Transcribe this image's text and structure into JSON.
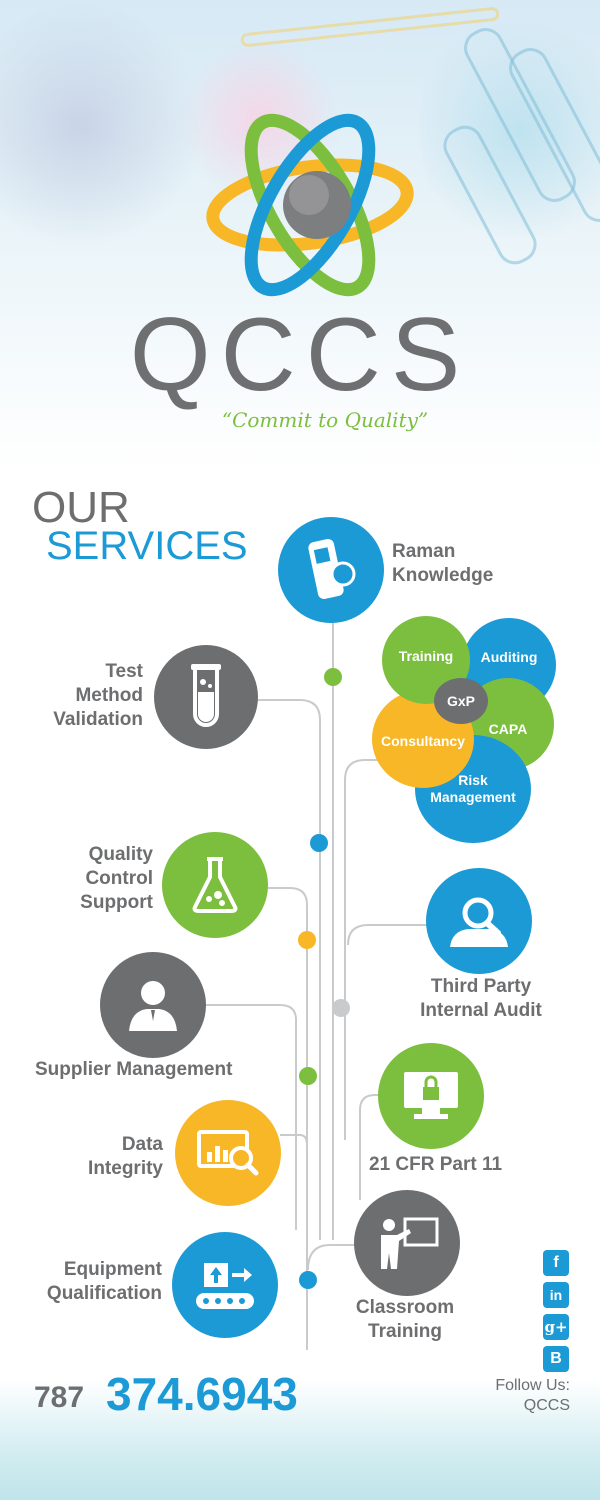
{
  "brand": {
    "name": "QCCS",
    "tagline": "“Commit to Quality”"
  },
  "heading": {
    "line1": "OUR",
    "line2": "SERVICES"
  },
  "services": {
    "raman": "Raman\nKnowledge",
    "test_method": "Test\nMethod\nValidation",
    "quality_control": "Quality\nControl\nSupport",
    "supplier": "Supplier Management",
    "data_integrity": "Data\nIntegrity",
    "equipment": "Equipment\nQualification",
    "third_party": "Third Party\nInternal Audit",
    "cfr": "21 CFR Part 11",
    "classroom": "Classroom\nTraining"
  },
  "gxp_cluster": {
    "center": "GxP",
    "training": "Training",
    "auditing": "Auditing",
    "capa": "CAPA",
    "consultancy": "Consultancy",
    "risk": "Risk\nManagement"
  },
  "contact": {
    "area_code": "787",
    "number": "374.6943"
  },
  "social": {
    "follow_line1": "Follow Us:",
    "follow_line2": "QCCS",
    "facebook": "f",
    "linkedin": "in",
    "googleplus": "g+",
    "blogger": "B"
  },
  "colors": {
    "blue": "#1b9ad6",
    "grey": "#6d6e70",
    "green": "#7cbf3e",
    "yellow": "#f7b727"
  }
}
